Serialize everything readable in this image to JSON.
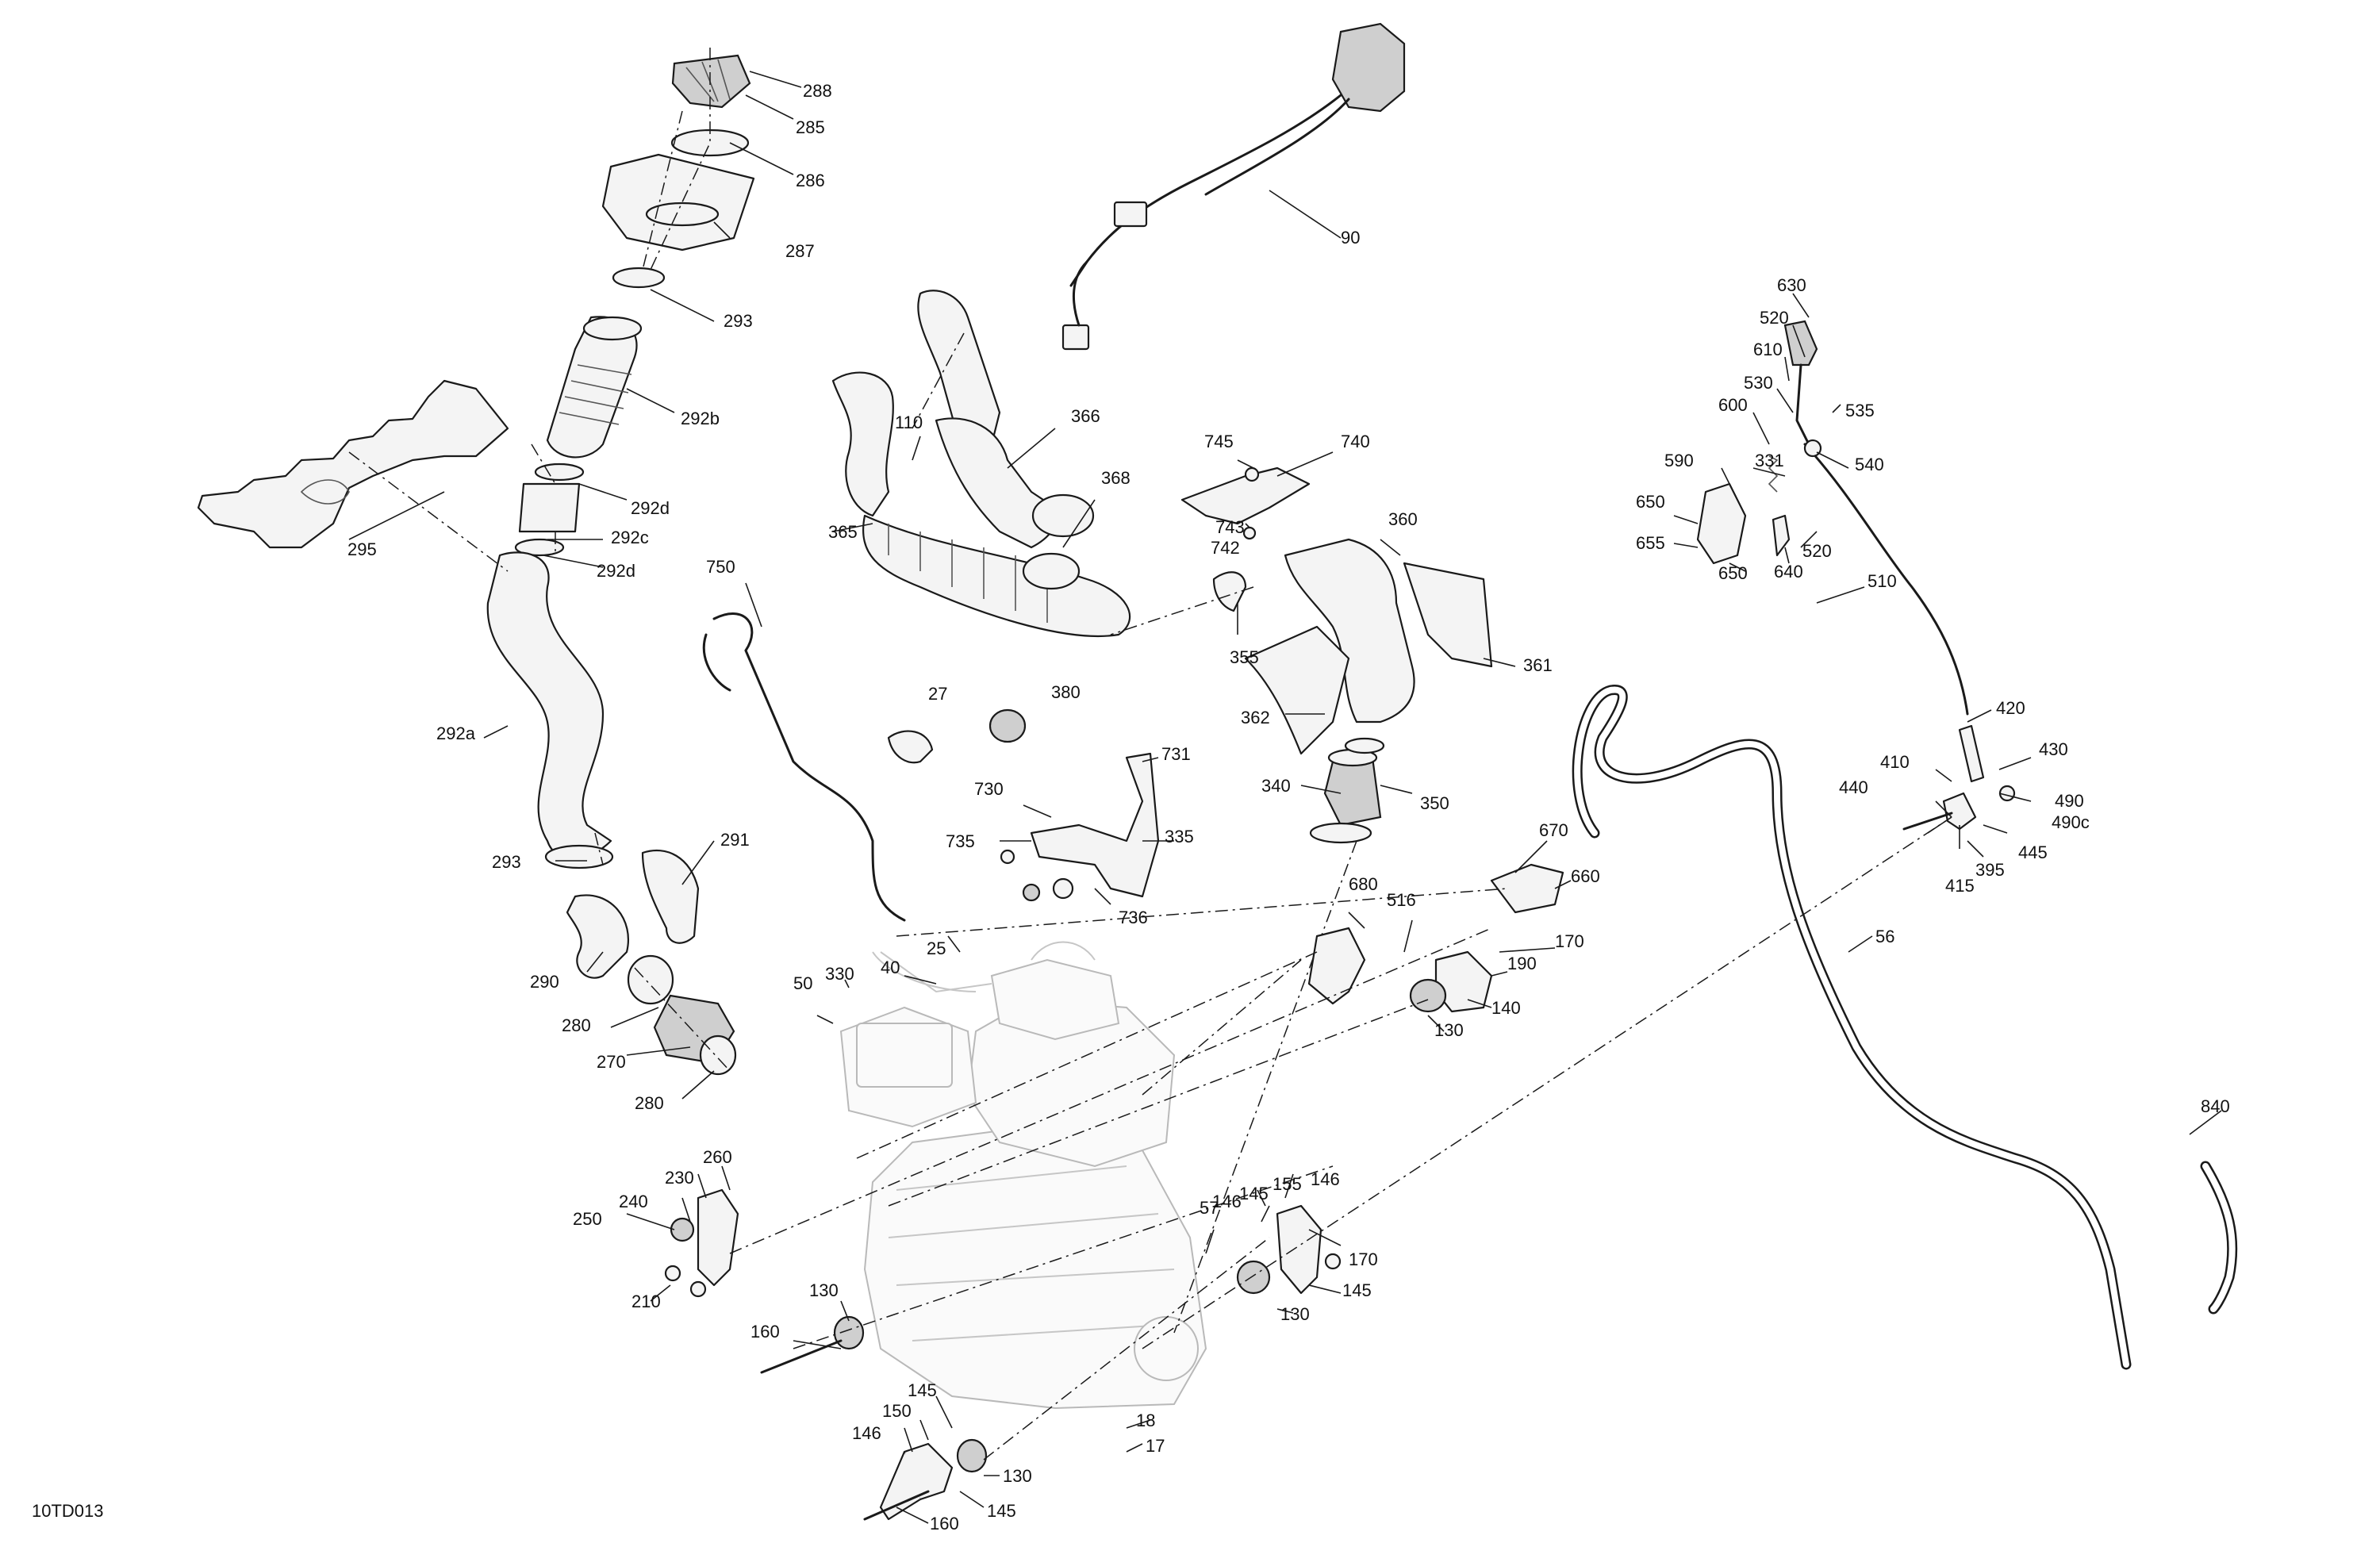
{
  "diagram_code": "10TD013",
  "callouts": {
    "c288": "288",
    "c285": "285",
    "c286": "286",
    "c287": "287",
    "c293a": "293",
    "c292b": "292b",
    "c295": "295",
    "c292d_a": "292d",
    "c292c": "292c",
    "c292d_b": "292d",
    "c292a": "292a",
    "c293b": "293",
    "c291": "291",
    "c290": "290",
    "c280a": "280",
    "c270": "270",
    "c280b": "280",
    "c90": "90",
    "c110": "110",
    "c366": "366",
    "c368": "368",
    "c365": "365",
    "c750": "750",
    "c27": "27",
    "c380": "380",
    "c745": "745",
    "c740": "740",
    "c743": "743",
    "c742": "742",
    "c360": "360",
    "c355": "355",
    "c361": "361",
    "c362": "362",
    "c340": "340",
    "c350": "350",
    "c731": "731",
    "c730": "730",
    "c735": "735",
    "c335": "335",
    "c736": "736",
    "c25": "25",
    "c40": "40",
    "c50": "50",
    "c330": "330",
    "c680": "680",
    "c670": "670",
    "c660": "660",
    "c516": "516",
    "c170a": "170",
    "c190": "190",
    "c140": "140",
    "c130a": "130",
    "c260": "260",
    "c230": "230",
    "c240": "240",
    "c250": "250",
    "c210": "210",
    "c160a": "160",
    "c130b": "130",
    "c145a": "145",
    "c150": "150",
    "c146a": "146",
    "c130c": "130",
    "c145b": "145",
    "c160b": "160",
    "c18": "18",
    "c17": "17",
    "c57": "57",
    "c155": "155",
    "c146b": "146",
    "c146c": "146",
    "c145c": "145",
    "c170b": "170",
    "c145d": "145",
    "c130d": "130",
    "c630": "630",
    "c520a": "520",
    "c610": "610",
    "c530": "530",
    "c535": "535",
    "c600": "600",
    "c540": "540",
    "c331": "331",
    "c590": "590",
    "c650a": "650",
    "c655": "655",
    "c650b": "650",
    "c640": "640",
    "c520b": "520",
    "c510": "510",
    "c420": "420",
    "c410": "410",
    "c430": "430",
    "c440": "440",
    "c490": "490",
    "c490c": "490c",
    "c445": "445",
    "c415": "415",
    "c395": "395",
    "c56": "56",
    "c840": "840"
  }
}
